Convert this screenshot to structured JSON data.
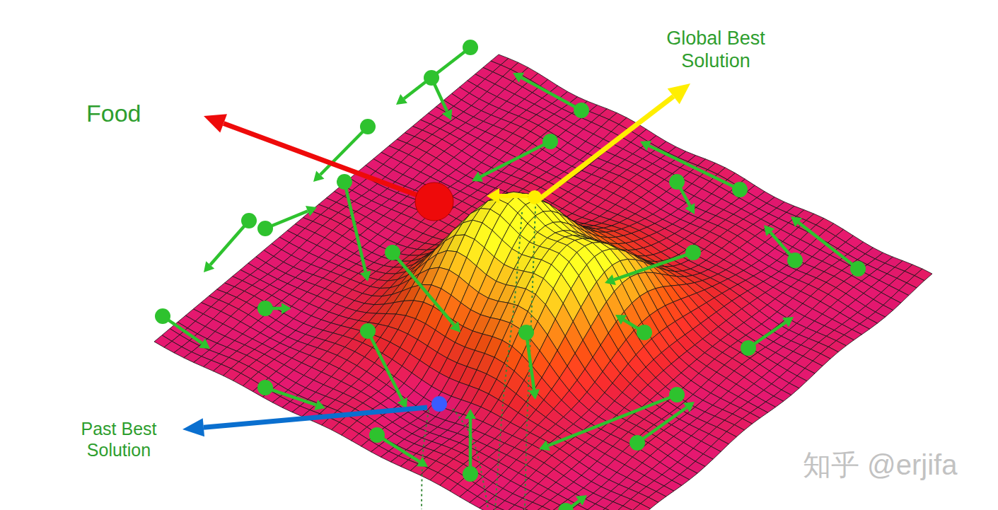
{
  "diagram": {
    "labels": [
      "Food",
      "Global Best Solution",
      "Past Best Solution",
      "知乎 @erjifa"
    ]
  }
}
